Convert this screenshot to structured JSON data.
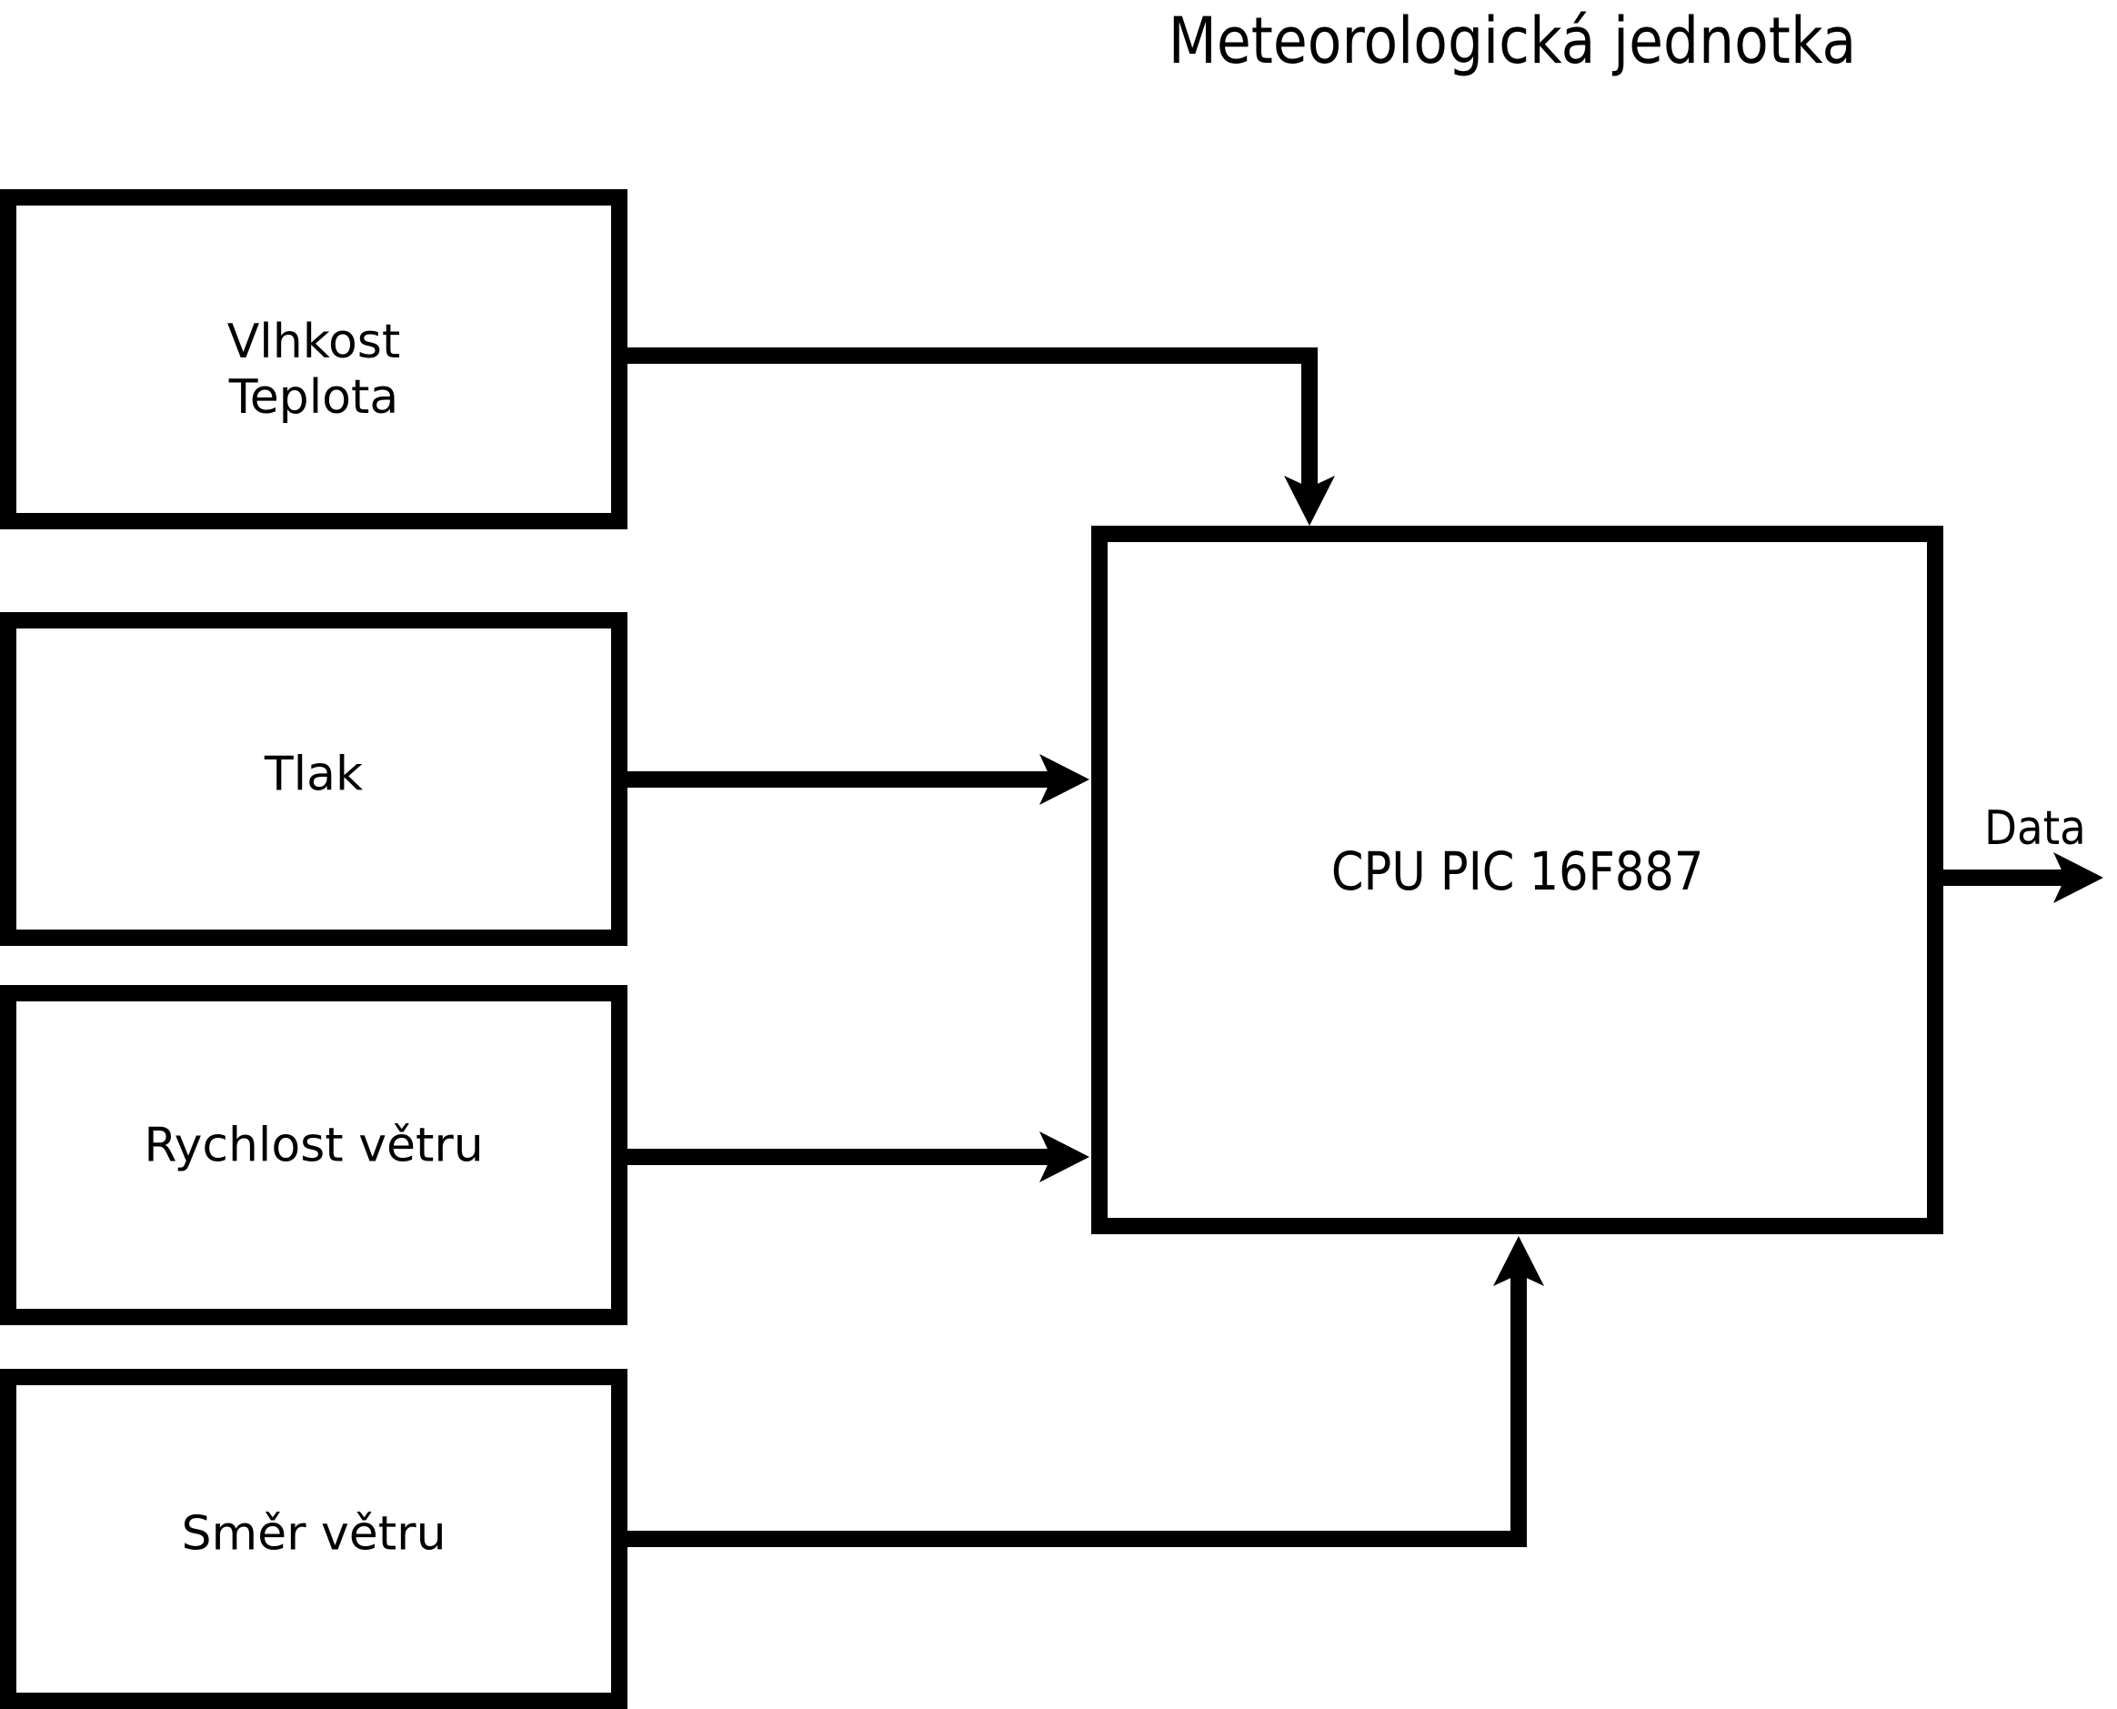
{
  "title": "Meteorologická jednotka",
  "colors": {
    "ink": "#000000",
    "background": "#ffffff"
  },
  "sensors": [
    {
      "id": "vlhkost-teplota",
      "label_lines": [
        "Vlhkost",
        "Teplota"
      ]
    },
    {
      "id": "tlak",
      "label_lines": [
        "Tlak"
      ]
    },
    {
      "id": "rychlost-vetru",
      "label_lines": [
        "Rychlost větru"
      ]
    },
    {
      "id": "smer-vetru",
      "label_lines": [
        "Směr větru"
      ]
    }
  ],
  "cpu": {
    "label": "CPU PIC 16F887"
  },
  "output": {
    "label": "Data"
  }
}
